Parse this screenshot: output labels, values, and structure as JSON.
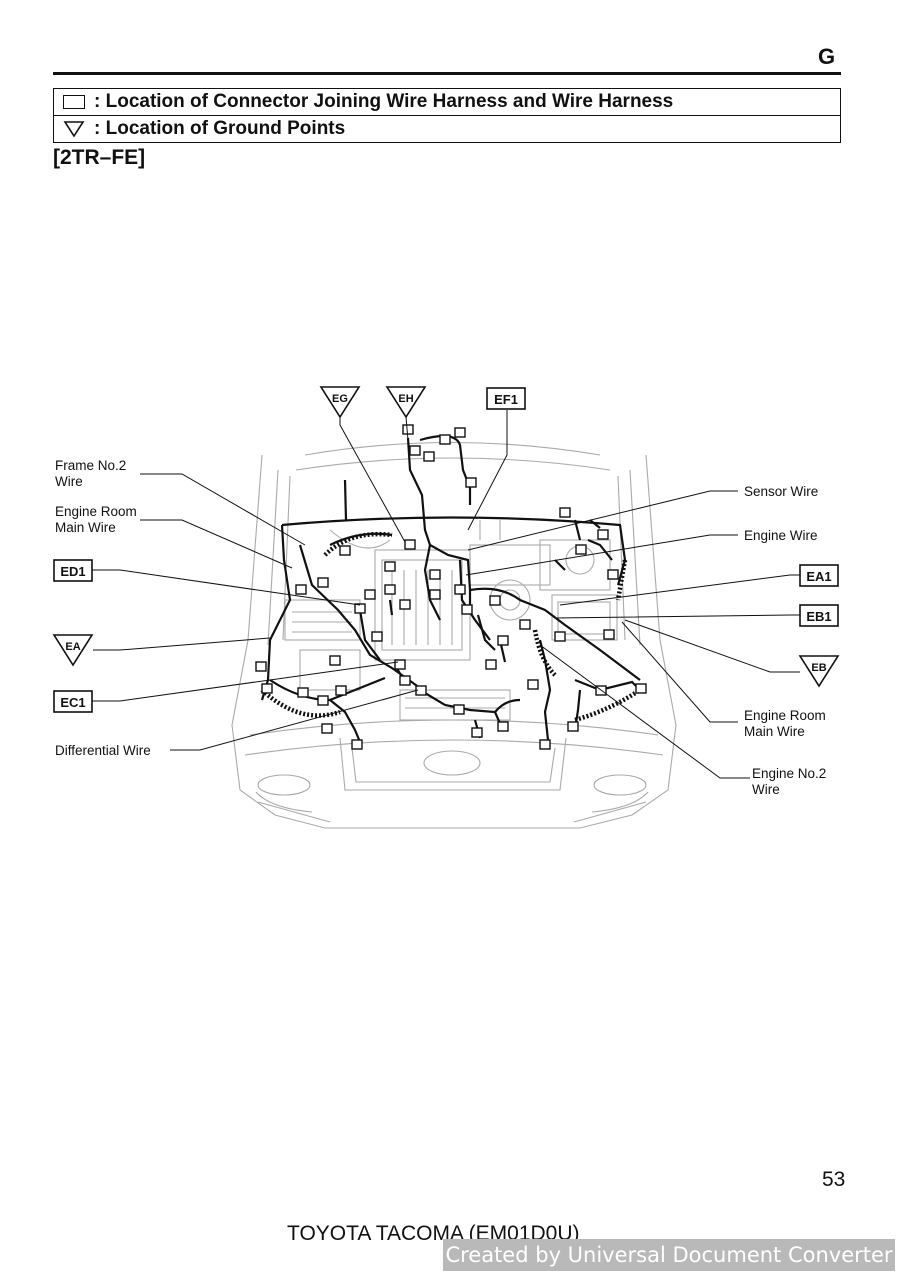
{
  "header": {
    "section_letter": "G"
  },
  "legend": {
    "connector_text": ": Location of Connector Joining Wire Harness and Wire Harness",
    "ground_text": ": Location of Ground Points"
  },
  "engine_variant": "[2TR–FE]",
  "diagram": {
    "wire_labels": {
      "frame_no2_wire": [
        "Frame No.2",
        "Wire"
      ],
      "engine_room_main_wire_left": [
        "Engine Room",
        "Main Wire"
      ],
      "sensor_wire": [
        "Sensor Wire"
      ],
      "engine_wire": [
        "Engine Wire"
      ],
      "engine_room_main_wire_right": [
        "Engine Room",
        "Main Wire"
      ],
      "engine_no2_wire": [
        "Engine No.2",
        "Wire"
      ],
      "differential_wire": [
        "Differential Wire"
      ]
    },
    "connector_codes": {
      "ef1": "EF1",
      "ed1": "ED1",
      "ec1": "EC1",
      "ea1": "EA1",
      "eb1": "EB1"
    },
    "ground_codes": {
      "eg": "EG",
      "eh": "EH",
      "ea": "EA",
      "eb": "EB"
    }
  },
  "footer": {
    "page_number": "53",
    "title": "TOYOTA TACOMA (EM01D0U)",
    "watermark": "Created by Universal Document Converter"
  }
}
